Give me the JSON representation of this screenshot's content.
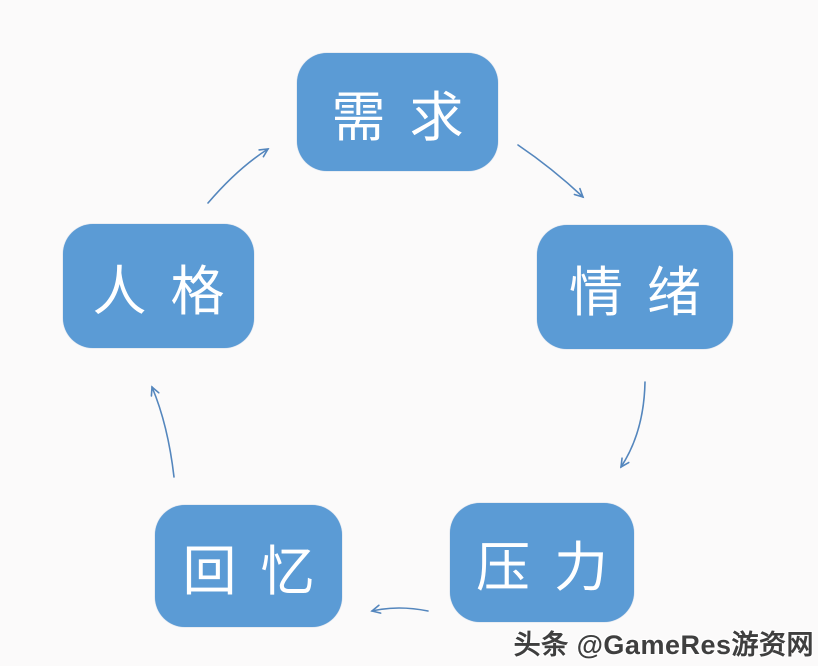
{
  "diagram": {
    "type": "cycle",
    "nodes": {
      "needs": {
        "label": "需求"
      },
      "emotion": {
        "label": "情绪"
      },
      "pressure": {
        "label": "压力"
      },
      "memory": {
        "label": "回忆"
      },
      "personality": {
        "label": "人格"
      }
    },
    "edges": [
      {
        "from": "需求",
        "to": "情绪"
      },
      {
        "from": "情绪",
        "to": "压力"
      },
      {
        "from": "压力",
        "to": "回忆"
      },
      {
        "from": "回忆",
        "to": "人格"
      },
      {
        "from": "人格",
        "to": "需求"
      }
    ],
    "colors": {
      "node_fill": "#5B9BD5",
      "node_text": "#FFFFFF",
      "arrow": "#5486BD",
      "background": "#FBFAFA"
    }
  },
  "watermark": {
    "text": "头条 @GameRes游资网"
  }
}
